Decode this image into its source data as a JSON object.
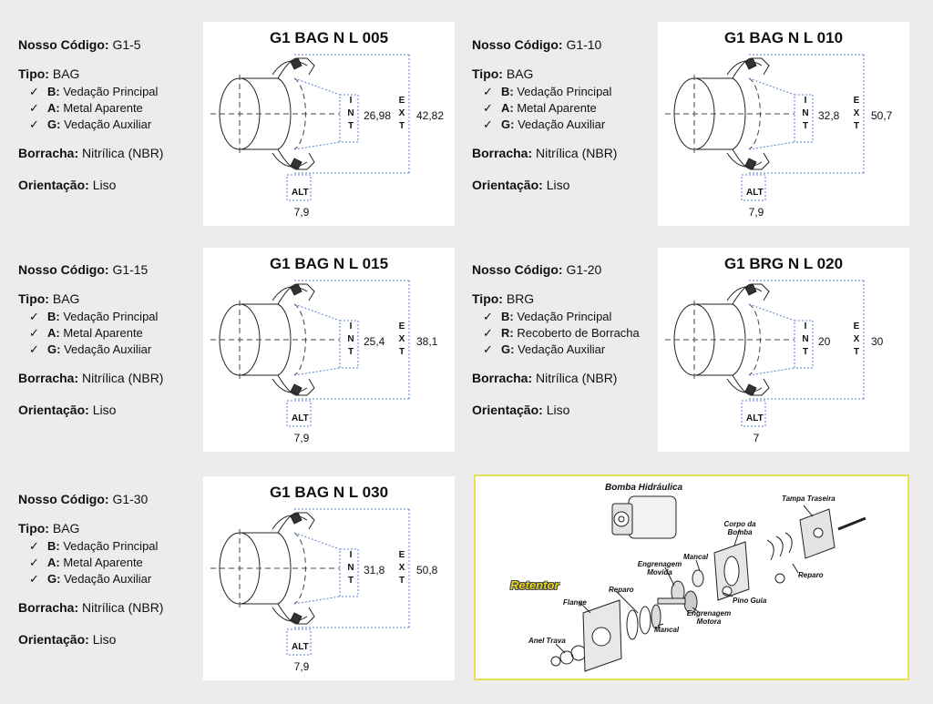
{
  "labels": {
    "code_label": "Nosso Código:",
    "type_label": "Tipo:",
    "rubber_label": "Borracha:",
    "orientation_label": "Orientação:",
    "int_letters": [
      "I",
      "N",
      "T"
    ],
    "ext_letters": [
      "E",
      "X",
      "T"
    ],
    "alt": "ALT"
  },
  "items": [
    {
      "code": "G1-5",
      "type": "BAG",
      "features": [
        {
          "key": "B:",
          "text": "Vedação Principal"
        },
        {
          "key": "A:",
          "text": "Metal Aparente"
        },
        {
          "key": "G:",
          "text": "Vedação Auxiliar"
        }
      ],
      "rubber": "Nitrílica (NBR)",
      "orientation": "Liso",
      "title": "G1 BAG N L 005",
      "int": "26,98",
      "ext": "42,82",
      "alt": "7,9"
    },
    {
      "code": "G1-10",
      "type": "BAG",
      "features": [
        {
          "key": "B:",
          "text": "Vedação Principal"
        },
        {
          "key": "A:",
          "text": "Metal Aparente"
        },
        {
          "key": "G:",
          "text": "Vedação Auxiliar"
        }
      ],
      "rubber": "Nitrílica (NBR)",
      "orientation": "Liso",
      "title": "G1 BAG N L 010",
      "int": "32,8",
      "ext": "50,7",
      "alt": "7,9"
    },
    {
      "code": "G1-15",
      "type": "BAG",
      "features": [
        {
          "key": "B:",
          "text": "Vedação Principal"
        },
        {
          "key": "A:",
          "text": "Metal Aparente"
        },
        {
          "key": "G:",
          "text": "Vedação Auxiliar"
        }
      ],
      "rubber": "Nitrílica (NBR)",
      "orientation": "Liso",
      "title": "G1 BAG N L 015",
      "int": "25,4",
      "ext": "38,1",
      "alt": "7,9"
    },
    {
      "code": "G1-20",
      "type": "BRG",
      "features": [
        {
          "key": "B:",
          "text": "Vedação Principal"
        },
        {
          "key": "R:",
          "text": "Recoberto de Borracha"
        },
        {
          "key": "G:",
          "text": "Vedação Auxiliar"
        }
      ],
      "rubber": "Nitrílica (NBR)",
      "orientation": "Liso",
      "title": "G1 BRG N L 020",
      "int": "20",
      "ext": "30",
      "alt": "7"
    },
    {
      "code": "G1-30",
      "type": "BAG",
      "features": [
        {
          "key": "B:",
          "text": "Vedação Principal"
        },
        {
          "key": "A:",
          "text": "Metal Aparente"
        },
        {
          "key": "G:",
          "text": "Vedação Auxiliar"
        }
      ],
      "rubber": "Nitrílica (NBR)",
      "orientation": "Liso",
      "title": "G1 BAG N L 030",
      "int": "31,8",
      "ext": "50,8",
      "alt": "7,9"
    }
  ],
  "pump_diagram": {
    "title": "Bomba Hidráulica",
    "retentor": "Retentor",
    "parts": {
      "tampa_traseira": "Tampa Traseira",
      "corpo_bomba": "Corpo da Bomba",
      "mancal_top": "Mancal",
      "engrenagem_movida": "Engrenagem Movida",
      "reparo_left": "Reparo",
      "flange": "Flange",
      "reparo_right": "Reparo",
      "pino_guia": "Pino Guia",
      "engrenagem_motora": "Engrenagem Motora",
      "mancal_bottom": "Mancal",
      "anel_trava": "Anel Trava"
    }
  },
  "colors": {
    "background": "#ececec",
    "card": "#ffffff",
    "dim_line": "#5b7fd0",
    "pump_border": "#e7e15a",
    "retentor": "#e6d21a"
  }
}
